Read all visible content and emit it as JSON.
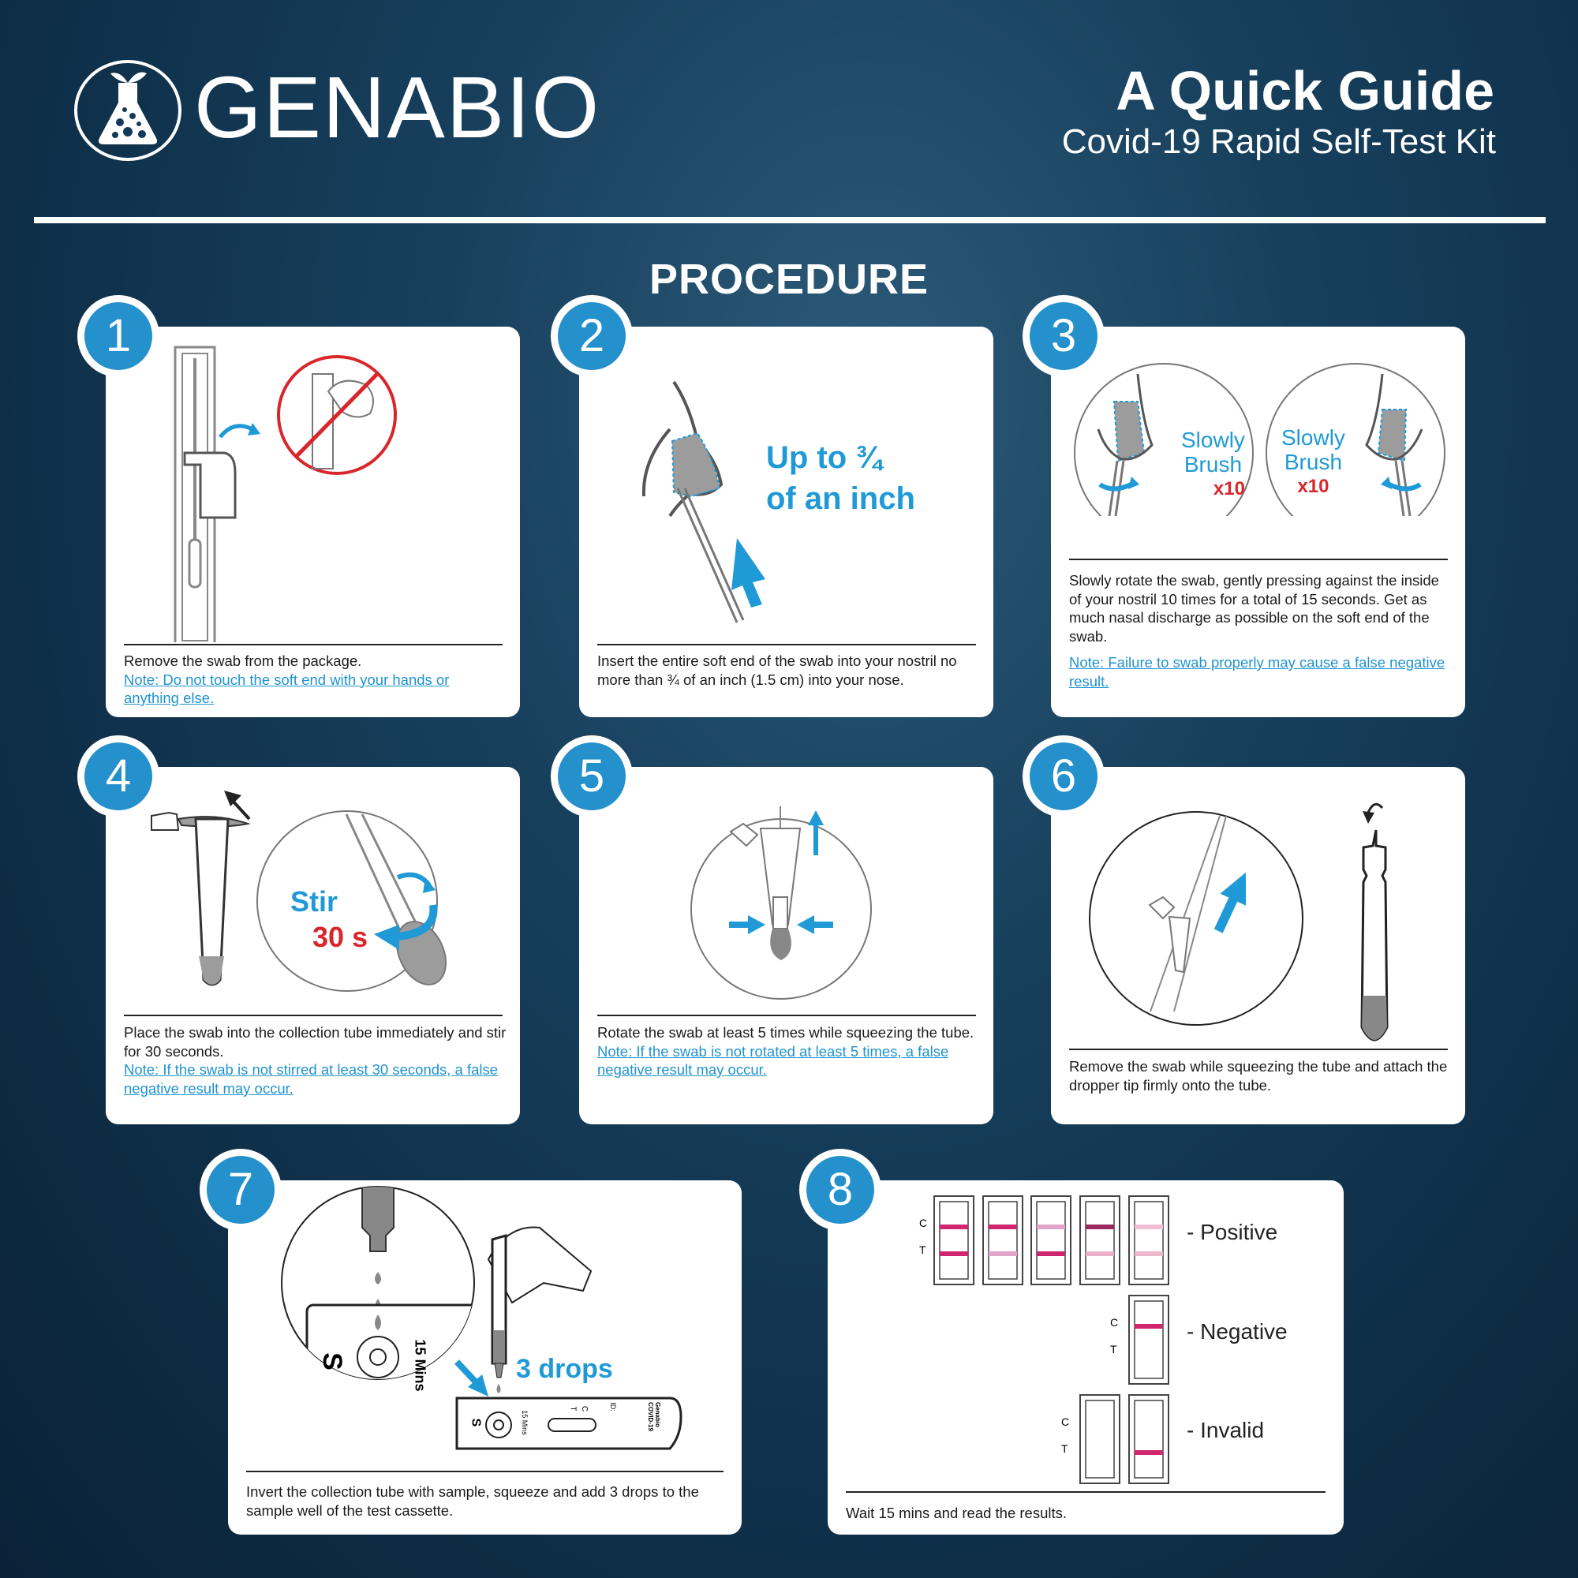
{
  "header": {
    "brand": "GENABIO",
    "title": "A Quick Guide",
    "subtitle": "Covid-19 Rapid Self-Test Kit"
  },
  "section_title": "PROCEDURE",
  "steps": [
    {
      "number": "1",
      "text": "Remove the swab from the package.",
      "note": "Note: Do not touch the soft end with your hands or anything else."
    },
    {
      "number": "2",
      "text": "Insert the entire soft end of the swab into your nostril no more than ¾ of an inch (1.5 cm) into your nose.",
      "callout_line1": "Up to ¾",
      "callout_line2": "of an inch"
    },
    {
      "number": "3",
      "text": "Slowly rotate the swab, gently pressing against the inside of your nostril 10 times for a total of 15 seconds. Get as much nasal discharge as possible on the soft end of the swab.",
      "note": "Note: Failure to swab properly may cause a false negative result.",
      "label_line1": "Slowly",
      "label_line2": "Brush",
      "count": "x10"
    },
    {
      "number": "4",
      "text": "Place the swab into the collection tube immediately and stir for 30 seconds.",
      "note": "Note: If the swab is not stirred at least 30 seconds, a false negative result may occur.",
      "stir_label": "Stir",
      "stir_time": "30 s"
    },
    {
      "number": "5",
      "text": "Rotate the swab at least 5 times while squeezing the tube.",
      "note": "Note: If the swab is not rotated at least 5 times, a false negative result may occur."
    },
    {
      "number": "6",
      "text": "Remove the swab while squeezing the tube and attach the dropper tip firmly onto the tube."
    },
    {
      "number": "7",
      "text": "Invert the collection tube with sample, squeeze and add 3 drops to the sample well of the test cassette.",
      "drops_label": "3 drops",
      "cassette_s": "S",
      "cassette_mins": "15 Mins",
      "cassette_c": "C",
      "cassette_t": "T",
      "cassette_brand": "Genabio COVID-19",
      "cassette_id": "ID:"
    },
    {
      "number": "8",
      "text": "Wait 15 mins and read the results.",
      "line_c": "C",
      "line_t": "T",
      "positive": "- Positive",
      "negative": "- Negative",
      "invalid": "- Invalid"
    }
  ],
  "colors": {
    "badge": "#2490cc",
    "accent_blue": "#1f9ad6",
    "red": "#d9262b",
    "test_line": "#d0266e"
  }
}
